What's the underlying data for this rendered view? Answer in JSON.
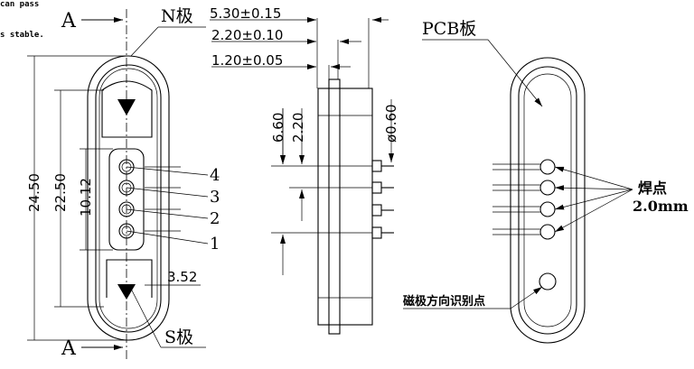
{
  "notes": [
    "can pass",
    "s stable."
  ],
  "section_label": "A",
  "left_view": {
    "n_pole": "N极",
    "s_pole": "S极",
    "dims": {
      "total_length": "24.50",
      "inner_length": "22.50",
      "pin_span": "10.12",
      "width": "3.52"
    },
    "pin_numbers": [
      "4",
      "3",
      "2",
      "1"
    ]
  },
  "side_view": {
    "dims": {
      "height": "5.30±0.15",
      "flange": "2.20±0.10",
      "thickness": "1.20±0.05",
      "pitch_a": "6.60",
      "pitch_b": "2.20",
      "pin_diameter": "ø0.60"
    }
  },
  "right_view": {
    "pcb_label": "PCB板",
    "solder_label": "焊点",
    "solder_size": "2.0mm",
    "orientation_mark": "磁极方向识别点"
  }
}
